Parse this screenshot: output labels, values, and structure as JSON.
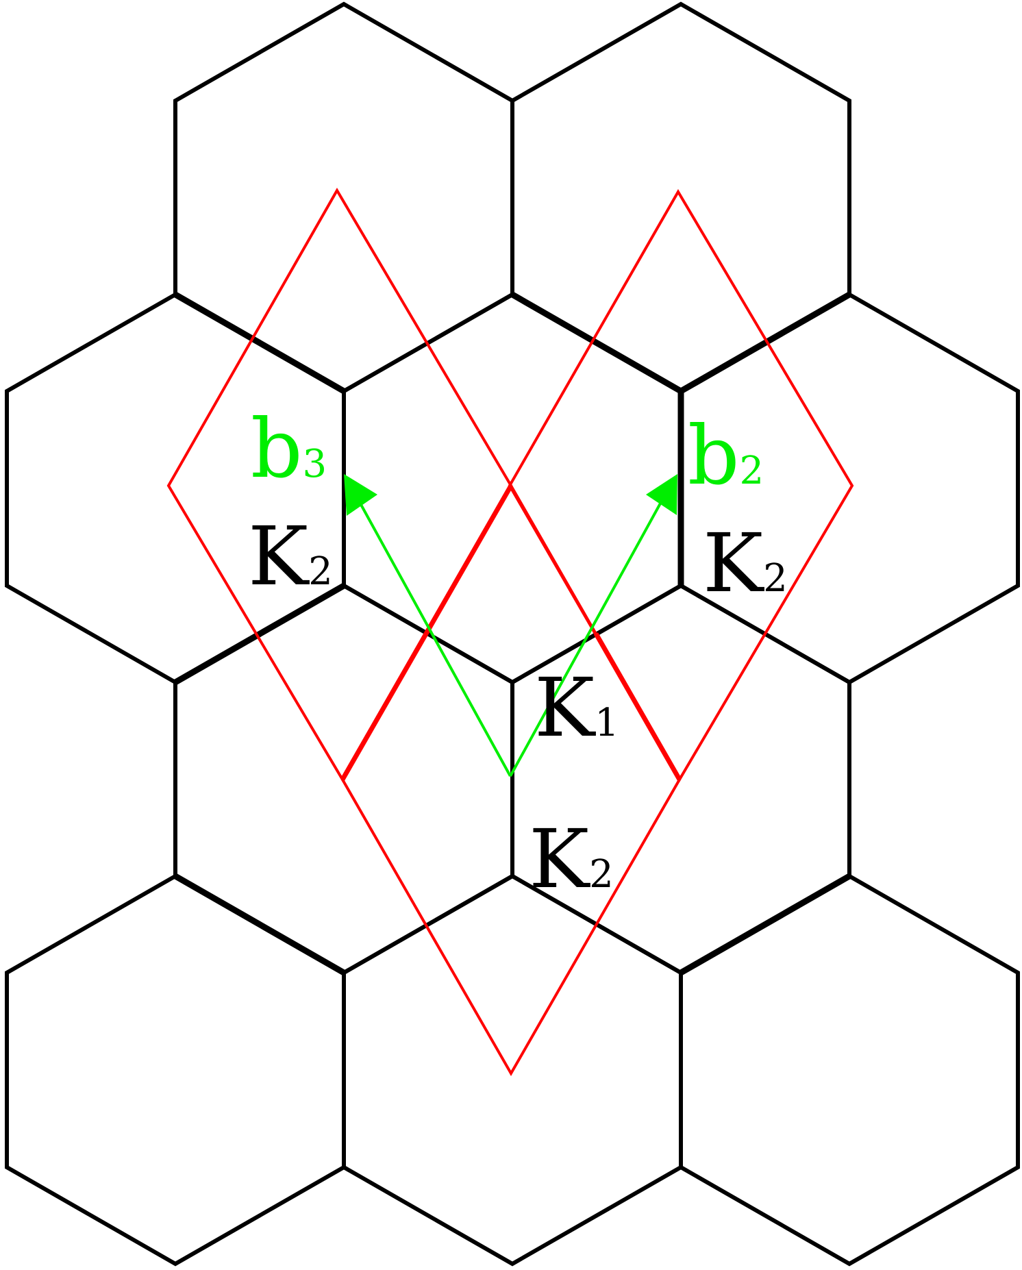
{
  "labels": {
    "b3": {
      "main": "b",
      "sub": "3"
    },
    "b2": {
      "main": "b",
      "sub": "2"
    },
    "k2_left": {
      "main": "K",
      "sub": "2"
    },
    "k2_right": {
      "main": "K",
      "sub": "2"
    },
    "k1": {
      "main": "K",
      "sub": "1"
    },
    "k2_bottom": {
      "main": "K",
      "sub": "2"
    }
  },
  "colors": {
    "lattice": "#000000",
    "brillouin_zone": "#ff0000",
    "vectors": "#00ee00"
  }
}
